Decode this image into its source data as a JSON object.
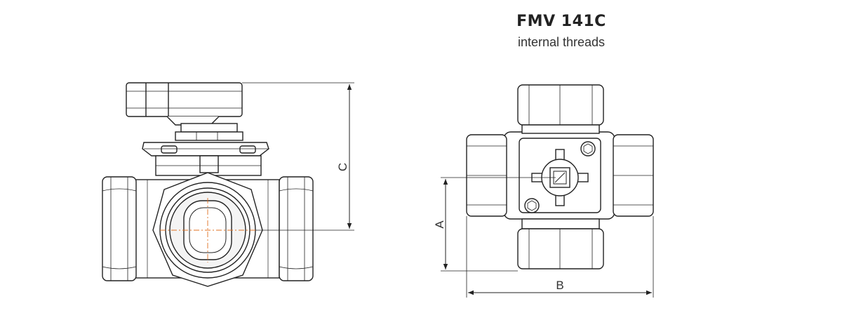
{
  "header": {
    "model": "FMV 141C",
    "description": "internal threads"
  },
  "dimensions": {
    "a_label": "A",
    "b_label": "B",
    "c_label": "C"
  },
  "colors": {
    "line": "#222222",
    "fill": "#ffffff",
    "centerline": "#e07020",
    "shade": "#d8d8d8"
  }
}
